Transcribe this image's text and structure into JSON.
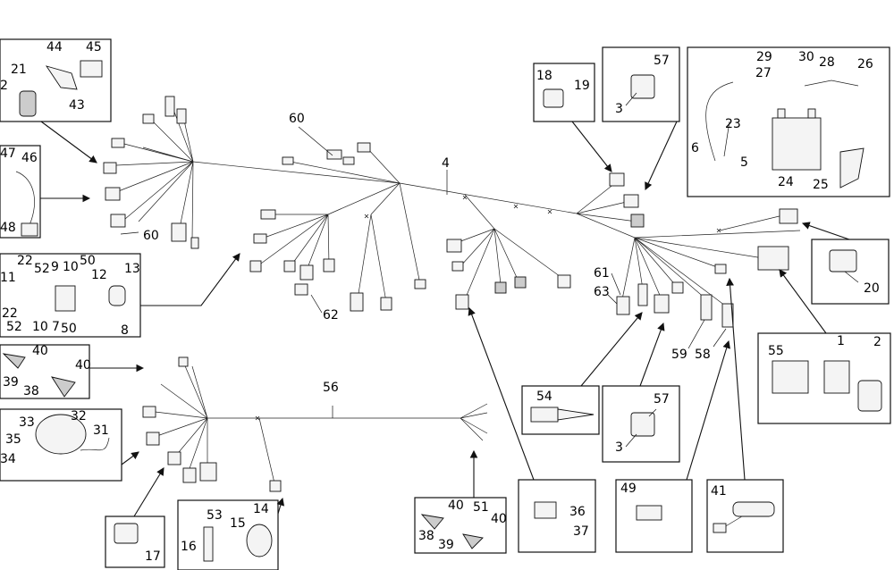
{
  "callouts": {
    "c1": "1",
    "c2": "2",
    "c3a": "3",
    "c3b": "3",
    "c4": "4",
    "c5": "5",
    "c6": "6",
    "c7": "7",
    "c8": "8",
    "c9": "9",
    "c10a": "10",
    "c10b": "10",
    "c11": "11",
    "c12": "12",
    "c13": "13",
    "c14": "14",
    "c15": "15",
    "c16": "16",
    "c17": "17",
    "c18": "18",
    "c19": "19",
    "c20": "20",
    "c21": "21",
    "c22a": "22",
    "c22b": "22",
    "c23": "23",
    "c24": "24",
    "c25": "25",
    "c26": "26",
    "c27": "27",
    "c28": "28",
    "c29": "29",
    "c30": "30",
    "c31": "31",
    "c32": "32",
    "c33": "33",
    "c34": "34",
    "c35": "35",
    "c36": "36",
    "c37": "37",
    "c38a": "38",
    "c38b": "38",
    "c39a": "39",
    "c39b": "39",
    "c40a": "40",
    "c40b": "40",
    "c40c": "40",
    "c40d": "40",
    "c41": "41",
    "c43": "43",
    "c44": "44",
    "c45": "45",
    "c46": "46",
    "c47": "47",
    "c48": "48",
    "c49": "49",
    "c50a": "50",
    "c50b": "50",
    "c51": "51",
    "c52a": "52",
    "c52b": "52",
    "c53": "53",
    "c54": "54",
    "c55": "55",
    "c56": "56",
    "c57a": "57",
    "c57b": "57",
    "c58": "58",
    "c59": "59",
    "c60a": "60",
    "c60b": "60",
    "c61": "61",
    "c62": "62",
    "c63": "63",
    "c2b": "2"
  }
}
